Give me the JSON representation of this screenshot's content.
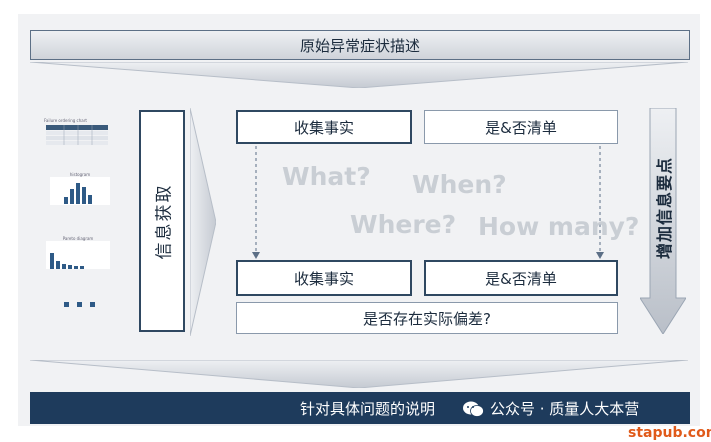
{
  "top_bar": "原始异常症状描述",
  "info_gather": "信息获取",
  "collect_facts_top": "收集事实",
  "checklist_top": "是&否清单",
  "collect_facts_bottom": "收集事实",
  "checklist_bottom": "是&否清单",
  "deviation_question": "是否存在实际偏差?",
  "questions": {
    "what": "What?",
    "when": "When?",
    "where": "Where?",
    "how_many": "How many?"
  },
  "add_points": "增加信息要点",
  "bottom_bar": "针对具体问题的说明",
  "watermark": "公众号 · 质量人大本营",
  "site": "stapub.com",
  "thumbnails": {
    "table_title": "Failure ordering chart",
    "histogram_title": "histogram",
    "pareto_title": "Pareto diagram"
  },
  "colors": {
    "navy": "#1e3b5c",
    "border_dark": "#2f4861",
    "question_gray": "#c9ced4",
    "site_orange": "#e05a1a"
  }
}
